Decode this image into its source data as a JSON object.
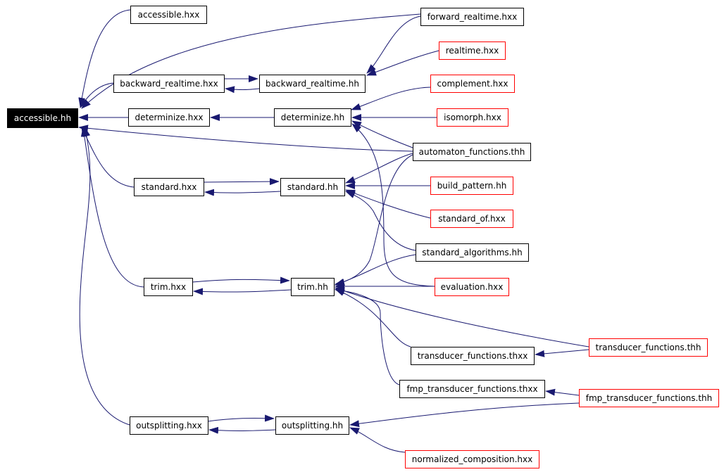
{
  "graph": {
    "nodes": [
      {
        "id": "accessible_hh",
        "label": "accessible.hh",
        "style": "root"
      },
      {
        "id": "accessible_hxx",
        "label": "accessible.hxx",
        "style": "black"
      },
      {
        "id": "forward_realtime_hxx",
        "label": "forward_realtime.hxx",
        "style": "black"
      },
      {
        "id": "realtime_hxx",
        "label": "realtime.hxx",
        "style": "red"
      },
      {
        "id": "backward_realtime_hxx",
        "label": "backward_realtime.hxx",
        "style": "black"
      },
      {
        "id": "backward_realtime_hh",
        "label": "backward_realtime.hh",
        "style": "black"
      },
      {
        "id": "complement_hxx",
        "label": "complement.hxx",
        "style": "red"
      },
      {
        "id": "determinize_hxx",
        "label": "determinize.hxx",
        "style": "black"
      },
      {
        "id": "determinize_hh",
        "label": "determinize.hh",
        "style": "black"
      },
      {
        "id": "isomorph_hxx",
        "label": "isomorph.hxx",
        "style": "red"
      },
      {
        "id": "automaton_functions_thh",
        "label": "automaton_functions.thh",
        "style": "black"
      },
      {
        "id": "standard_hxx",
        "label": "standard.hxx",
        "style": "black"
      },
      {
        "id": "standard_hh",
        "label": "standard.hh",
        "style": "black"
      },
      {
        "id": "build_pattern_hh",
        "label": "build_pattern.hh",
        "style": "red"
      },
      {
        "id": "standard_of_hxx",
        "label": "standard_of.hxx",
        "style": "red"
      },
      {
        "id": "standard_algorithms_hh",
        "label": "standard_algorithms.hh",
        "style": "black"
      },
      {
        "id": "trim_hxx",
        "label": "trim.hxx",
        "style": "black"
      },
      {
        "id": "trim_hh",
        "label": "trim.hh",
        "style": "black"
      },
      {
        "id": "evaluation_hxx",
        "label": "evaluation.hxx",
        "style": "red"
      },
      {
        "id": "transducer_functions_thh",
        "label": "transducer_functions.thh",
        "style": "red"
      },
      {
        "id": "transducer_functions_thxx",
        "label": "transducer_functions.thxx",
        "style": "black"
      },
      {
        "id": "fmp_transducer_functions_thxx",
        "label": "fmp_transducer_functions.thxx",
        "style": "black"
      },
      {
        "id": "fmp_transducer_functions_thh",
        "label": "fmp_transducer_functions.thh",
        "style": "red"
      },
      {
        "id": "outsplitting_hxx",
        "label": "outsplitting.hxx",
        "style": "black"
      },
      {
        "id": "outsplitting_hh",
        "label": "outsplitting.hh",
        "style": "black"
      },
      {
        "id": "normalized_composition_hxx",
        "label": "normalized_composition.hxx",
        "style": "red"
      }
    ],
    "edges": [
      {
        "from": "accessible_hxx",
        "to": "accessible_hh"
      },
      {
        "from": "forward_realtime_hxx",
        "to": "accessible_hh"
      },
      {
        "from": "backward_realtime_hxx",
        "to": "accessible_hh"
      },
      {
        "from": "determinize_hxx",
        "to": "accessible_hh"
      },
      {
        "from": "automaton_functions_thh",
        "to": "accessible_hh"
      },
      {
        "from": "standard_hxx",
        "to": "accessible_hh"
      },
      {
        "from": "trim_hxx",
        "to": "accessible_hh"
      },
      {
        "from": "outsplitting_hxx",
        "to": "accessible_hh"
      },
      {
        "from": "forward_realtime_hxx",
        "to": "backward_realtime_hh"
      },
      {
        "from": "realtime_hxx",
        "to": "backward_realtime_hh"
      },
      {
        "from": "backward_realtime_hxx",
        "to": "backward_realtime_hh"
      },
      {
        "from": "backward_realtime_hh",
        "to": "backward_realtime_hxx"
      },
      {
        "from": "determinize_hh",
        "to": "determinize_hxx"
      },
      {
        "from": "complement_hxx",
        "to": "determinize_hh"
      },
      {
        "from": "isomorph_hxx",
        "to": "determinize_hh"
      },
      {
        "from": "automaton_functions_thh",
        "to": "determinize_hh"
      },
      {
        "from": "evaluation_hxx",
        "to": "determinize_hh"
      },
      {
        "from": "standard_hxx",
        "to": "standard_hh"
      },
      {
        "from": "standard_hh",
        "to": "standard_hxx"
      },
      {
        "from": "build_pattern_hh",
        "to": "standard_hh"
      },
      {
        "from": "standard_of_hxx",
        "to": "standard_hh"
      },
      {
        "from": "standard_algorithms_hh",
        "to": "standard_hh"
      },
      {
        "from": "automaton_functions_thh",
        "to": "standard_hh"
      },
      {
        "from": "trim_hxx",
        "to": "trim_hh"
      },
      {
        "from": "trim_hh",
        "to": "trim_hxx"
      },
      {
        "from": "standard_algorithms_hh",
        "to": "trim_hh"
      },
      {
        "from": "evaluation_hxx",
        "to": "trim_hh"
      },
      {
        "from": "automaton_functions_thh",
        "to": "trim_hh"
      },
      {
        "from": "transducer_functions_thh",
        "to": "trim_hh"
      },
      {
        "from": "transducer_functions_thxx",
        "to": "trim_hh"
      },
      {
        "from": "fmp_transducer_functions_thxx",
        "to": "trim_hh"
      },
      {
        "from": "transducer_functions_thh",
        "to": "transducer_functions_thxx"
      },
      {
        "from": "fmp_transducer_functions_thh",
        "to": "fmp_transducer_functions_thxx"
      },
      {
        "from": "outsplitting_hxx",
        "to": "outsplitting_hh"
      },
      {
        "from": "outsplitting_hh",
        "to": "outsplitting_hxx"
      },
      {
        "from": "fmp_transducer_functions_thh",
        "to": "outsplitting_hh"
      },
      {
        "from": "normalized_composition_hxx",
        "to": "outsplitting_hh"
      }
    ],
    "colors": {
      "edge": "#191970",
      "black_border": "#000000",
      "red_border": "#ff0000",
      "root_fill": "#000000",
      "root_text": "#ffffff",
      "node_fill": "#ffffff",
      "node_text": "#000000"
    }
  }
}
